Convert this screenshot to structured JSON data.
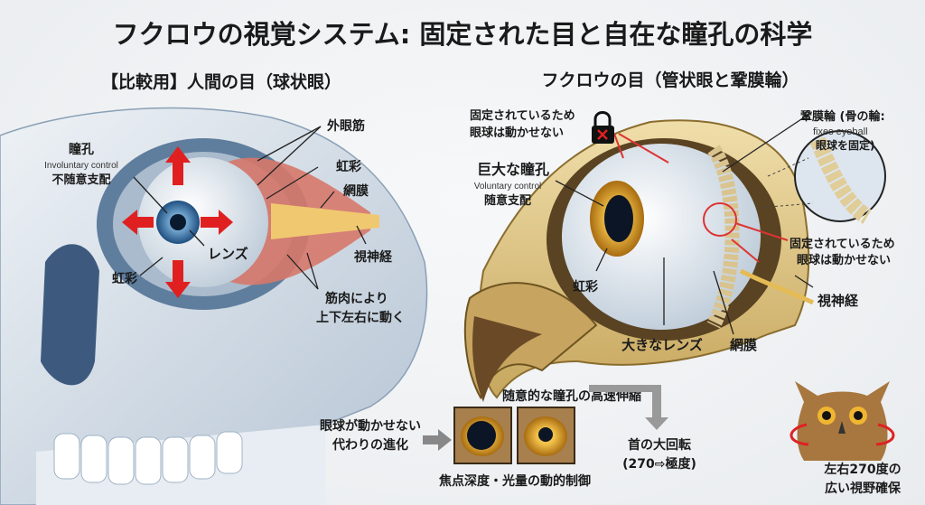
{
  "title": "フクロウの視覚システム: 固定された目と自在な瞳孔の科学",
  "human": {
    "heading": "【比較用】人間の目（球状眼）",
    "pupil": "瞳孔",
    "pupil_en": "Involuntary control",
    "pupil_jp": "不随意支配",
    "iris_left": "虹彩",
    "lens": "レンズ",
    "extraocular": "外眼筋",
    "iris_right": "虹彩",
    "retina": "網膜",
    "optic_nerve": "視神経",
    "muscle_note_1": "筋肉により",
    "muscle_note_2": "上下左右に動く"
  },
  "owl": {
    "heading": "フクロウの目（管状眼と鞏膜輪）",
    "fixed_top_1": "固定されているため",
    "fixed_top_2": "眼球は動かせない",
    "pupil": "巨大な瞳孔",
    "pupil_en": "Voluntary control",
    "pupil_jp": "随意支配",
    "iris": "虹彩",
    "lens": "大きなレンズ",
    "retina": "網膜",
    "ring_1": "鞏膜輪 (骨の輪:",
    "ring_2": "fixes eyeball",
    "ring_3": "眼球を固定)",
    "fixed_right_1": "固定されているため",
    "fixed_right_2": "眼球は動かせない",
    "optic_nerve": "視神経"
  },
  "bottom": {
    "evolution_1": "眼球が動かせない",
    "evolution_2": "代わりの進化",
    "pupil_title": "随意的な瞳孔の高速伸縮",
    "pupil_caption": "焦点深度・光量の動的制御",
    "neck_1": "首の大回転",
    "neck_2": "(270⇨極度)",
    "view_1": "左右270度の",
    "view_2": "広い視野確保"
  },
  "colors": {
    "arrow_red": "#e02020",
    "bone": "#dcc48a",
    "skull_blue": "#b9c9d8",
    "iris_blue": "#3e7fb3",
    "iris_gold": "#d8a12a"
  }
}
